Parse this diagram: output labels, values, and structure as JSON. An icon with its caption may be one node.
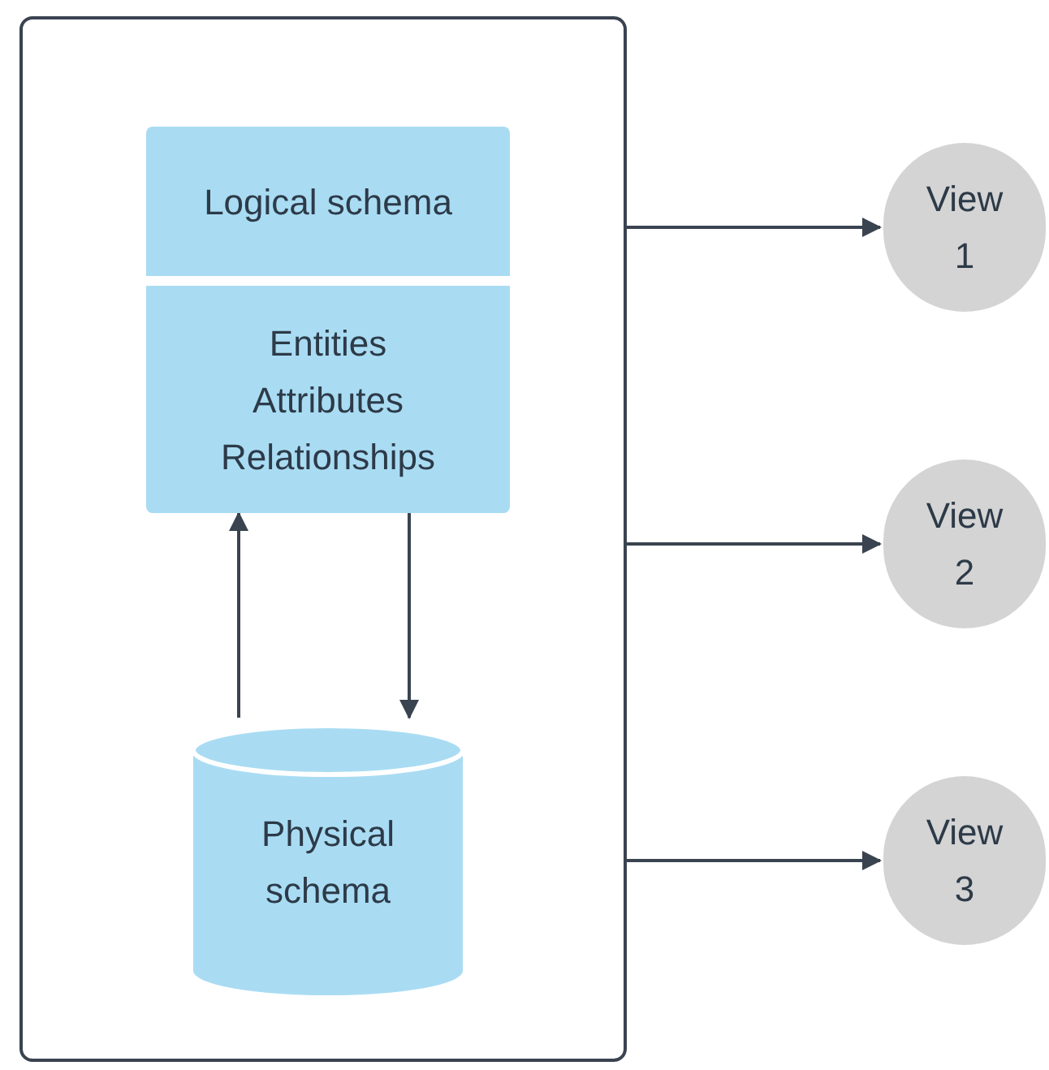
{
  "diagram": {
    "nodes": [
      {
        "text": [],
        "shape": "box"
      },
      {
        "text": [
          "Logical schema",
          "Entities",
          "Attributes",
          "Relationships"
        ],
        "in": 0
      },
      {
        "text": [
          "Physical schema"
        ],
        "in": 0
      },
      {
        "text": [
          "View 1"
        ]
      },
      {
        "text": [
          "View 2"
        ]
      },
      {
        "text": [
          "View 3"
        ]
      }
    ],
    "edges": [
      {
        "from": 2,
        "to": 1,
        "arrow": "to"
      },
      {
        "from": 1,
        "to": 2,
        "arrow": "to"
      },
      {
        "from": 0,
        "to": 3,
        "arrow": "to"
      },
      {
        "from": 0,
        "to": 4,
        "arrow": "to"
      },
      {
        "from": 0,
        "to": 5,
        "arrow": "to"
      }
    ]
  }
}
